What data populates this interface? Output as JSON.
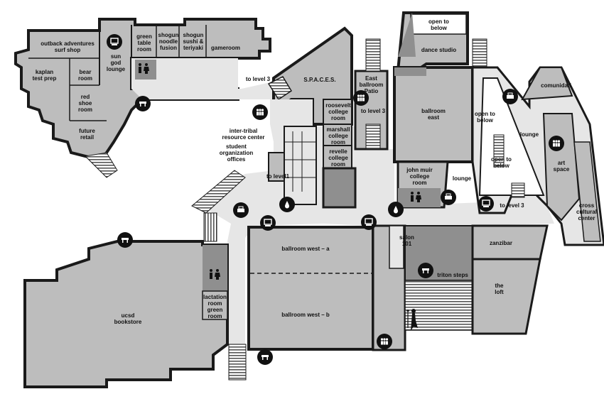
{
  "rooms": {
    "outback_adventures": [
      "outback adventures",
      "surf shop"
    ],
    "kaplan": [
      "kaplan",
      "test prep"
    ],
    "bear_room": [
      "bear",
      "room"
    ],
    "red_shoe_room": [
      "red",
      "shoe",
      "room"
    ],
    "future_retail": [
      "future",
      "retail"
    ],
    "sun_god_lounge": [
      "sun",
      "god",
      "lounge"
    ],
    "green_table_room": [
      "green",
      "table",
      "room"
    ],
    "shogun_noodle": [
      "shogun",
      "noodle",
      "fusion"
    ],
    "shogun_sushi": [
      "shogun",
      "sushi &",
      "teriyaki"
    ],
    "gameroom": [
      "gameroom"
    ],
    "spaces": [
      "S.P.A.C.E.S."
    ],
    "east_ballroom_patio": [
      "East",
      "ballroom",
      "Patio"
    ],
    "open_to_below_top": [
      "open to",
      "below"
    ],
    "dance_studio": [
      "dance studio"
    ],
    "comunidad": [
      "comunidad"
    ],
    "ballroom_east": [
      "ballroom",
      "east"
    ],
    "open_to_below_1": [
      "open to",
      "below"
    ],
    "open_to_below_2": [
      "open to",
      "below"
    ],
    "lounge_east": [
      "lounge"
    ],
    "art_space": [
      "art",
      "space"
    ],
    "cross_cultural": [
      "cross",
      "cultural",
      "center"
    ],
    "roosevelt": [
      "roosevelt",
      "college",
      "room"
    ],
    "marshall": [
      "marshall",
      "college",
      "room"
    ],
    "revelle": [
      "revelle",
      "college",
      "room"
    ],
    "inter_tribal": [
      "inter-tribal",
      "resource center"
    ],
    "student_org": [
      "student",
      "organization",
      "offices"
    ],
    "john_muir": [
      "john muir",
      "college",
      "room"
    ],
    "lounge_center": [
      "lounge"
    ],
    "salon_101": [
      "salon",
      "101"
    ],
    "zanzibar": [
      "zanzibar"
    ],
    "the_loft": [
      "the",
      "loft"
    ],
    "triton_steps": [
      "triton steps"
    ],
    "ballroom_west_a": [
      "ballroom west – a"
    ],
    "ballroom_west_b": [
      "ballroom west – b"
    ],
    "ucsd_bookstore": [
      "ucsd",
      "bookstore"
    ],
    "lactation_room": [
      "lactation",
      "room"
    ],
    "green_room": [
      "green",
      "room"
    ]
  },
  "level_links": {
    "to_level_3_top": "to level 3",
    "to_level_3_stairs": "to level 3",
    "to_level_1": "to level1",
    "to_level_3_right": "to level 3"
  },
  "icons": {
    "computer": "computer-kiosk-icon",
    "people": "group-people-icon",
    "restroom": "restroom-icon",
    "water": "water-fountain-icon",
    "printer": "printer-icon",
    "meeting": "meeting-table-icon"
  },
  "colors": {
    "wall": "#1a1a1a",
    "room": "#bdbdbd",
    "room_dark": "#8f8f8f",
    "corridor": "#e6e6e6",
    "open": "#ffffff"
  }
}
